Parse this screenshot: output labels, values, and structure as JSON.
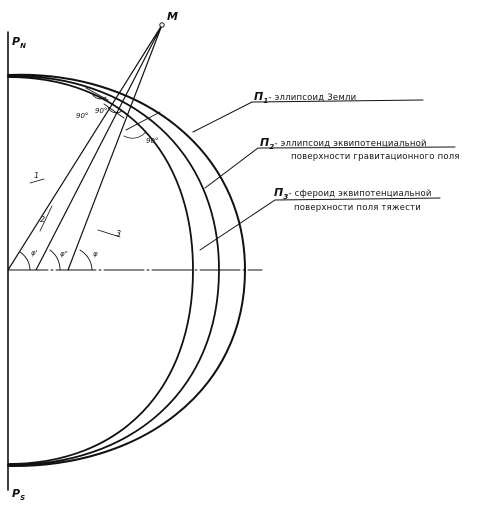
{
  "pole_north": {
    "letter": "P",
    "sub": "N"
  },
  "pole_south": {
    "letter": "P",
    "sub": "S"
  },
  "point_m": "M",
  "line_labels": [
    "1",
    "2",
    "3"
  ],
  "angle_labels": {
    "phi_prime": "φ'",
    "phi_double": "φ\"",
    "phi": "φ"
  },
  "right_angles": [
    "90°",
    "90°",
    "90°"
  ],
  "surfaces": [
    {
      "sym": "П",
      "sub": "1",
      "dash": "-",
      "line1": "эллипсоид Земли",
      "line2": ""
    },
    {
      "sym": "П",
      "sub": "2",
      "dash": "-",
      "line1": "эллипсоид эквипотенциальной",
      "line2": "поверхности гравитационного поля"
    },
    {
      "sym": "П",
      "sub": "3",
      "dash": "-",
      "line1": "сфероид эквипотенциальной",
      "line2": "поверхности поля тяжести"
    }
  ]
}
